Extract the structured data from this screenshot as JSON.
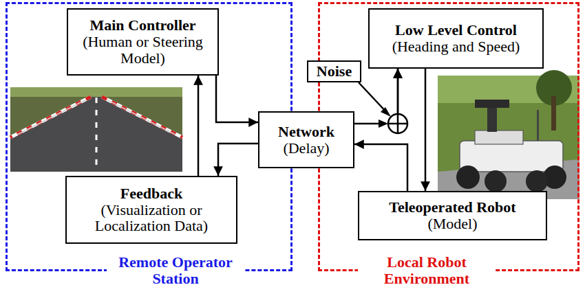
{
  "diagram": {
    "nodes": [
      {
        "text": [
          "Remote Operator Station"
        ]
      },
      {
        "text": [
          "Main Controller",
          "(Human or Steering Model)"
        ],
        "in": 0
      },
      {
        "text": [
          "Feedback",
          "(Visualization or Localization Data)"
        ],
        "in": 0
      },
      {
        "text": [
          "Network",
          "(Delay)"
        ]
      },
      {
        "text": [
          "Local Robot Environment"
        ]
      },
      {
        "text": [
          "Noise"
        ],
        "in": 4
      },
      {
        "text": [
          "Low Level Control",
          "(Heading and Speed)"
        ],
        "in": 4
      },
      {
        "text": [
          "Teleoperated Robot",
          "(Model)"
        ],
        "in": 4
      }
    ],
    "edges": [
      {
        "from": 1,
        "to": 3,
        "arrow": "to"
      },
      {
        "from": 3,
        "to": 2,
        "arrow": "to"
      },
      {
        "from": 2,
        "to": 1,
        "arrow": "to"
      },
      {
        "from": 3,
        "to": 6,
        "arrow": "to"
      },
      {
        "from": 5,
        "to": 6,
        "arrow": "to"
      },
      {
        "from": 6,
        "to": 7,
        "arrow": "to"
      },
      {
        "from": 7,
        "to": 3,
        "arrow": "to"
      }
    ]
  }
}
